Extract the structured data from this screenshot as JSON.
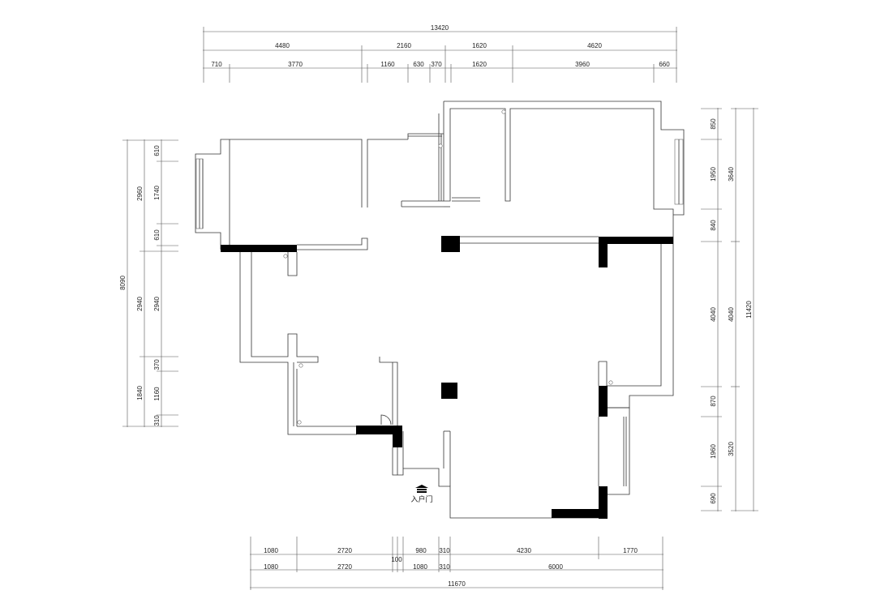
{
  "dimensions": {
    "top": {
      "total": "13420",
      "level2": [
        "4480",
        "2160",
        "1620",
        "4620"
      ],
      "level3": [
        "710",
        "3770",
        "1160",
        "630",
        "370",
        "1620",
        "3960",
        "660"
      ]
    },
    "left": {
      "total": "8090",
      "outer": [
        "2960",
        "2940",
        "1840"
      ],
      "inner": [
        "610",
        "1740",
        "610",
        "2940",
        "370",
        "1160",
        "310"
      ]
    },
    "right": {
      "total": "11420",
      "middle": [
        "3640",
        "4040",
        "3520"
      ],
      "inner": [
        "850",
        "1950",
        "840",
        "4040",
        "870",
        "1960",
        "690"
      ]
    },
    "bottom": {
      "row1": [
        "1080",
        "2720",
        "980",
        "310",
        "4230",
        "1770"
      ],
      "row_small": "100",
      "row2": [
        "1080",
        "2720",
        "1080",
        "310",
        "6000"
      ],
      "total": "11670"
    }
  },
  "entrance": {
    "label": "入户门",
    "icon": "entry-arrow-icon"
  }
}
